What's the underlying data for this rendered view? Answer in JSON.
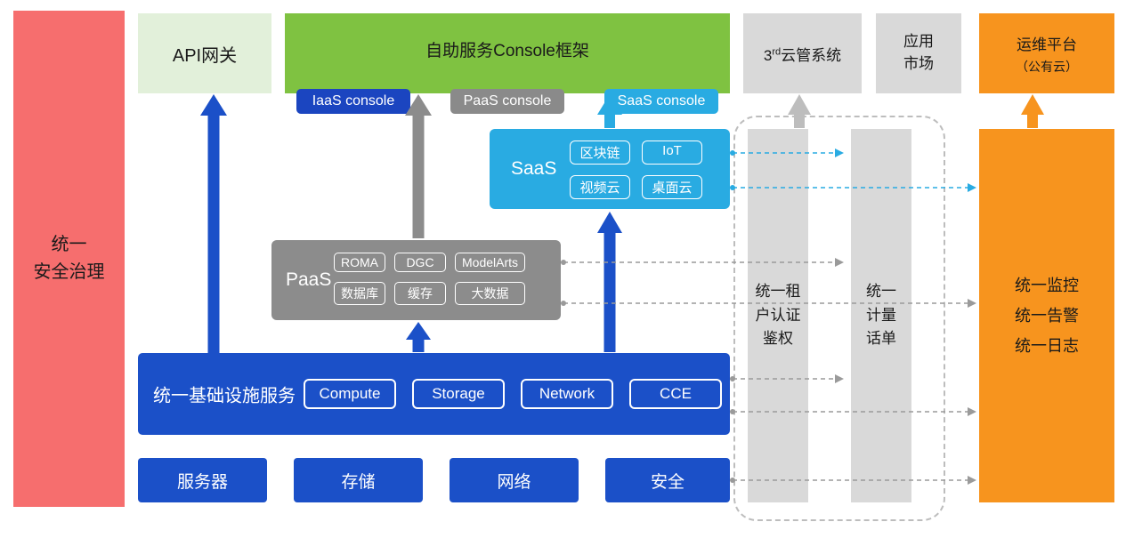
{
  "colors": {
    "security_red": "#F66E6E",
    "api_gateway_green": "#E2F0DA",
    "console_green": "#7FC241",
    "primary_blue": "#1B50C8",
    "iaas_console_blue": "#1B45C0",
    "paas_gray": "#8C8C8C",
    "saas_cyan": "#29ABE2",
    "box_gray": "#D9D9D9",
    "orange": "#F7941E"
  },
  "security_bar": {
    "label": "统一\n安全治理"
  },
  "api_gateway": {
    "label": "API网关"
  },
  "console_frame": {
    "title": "自助服务Console框架",
    "buttons": [
      "IaaS console",
      "PaaS console",
      "SaaS console"
    ]
  },
  "third_party_cms": {
    "prefix": "3",
    "sup": "rd",
    "suffix": "云管系统"
  },
  "app_market": {
    "label": "应用\n市场"
  },
  "om_platform": {
    "line1": "运维平台",
    "line2": "（公有云）"
  },
  "saas": {
    "label": "SaaS",
    "chips": [
      "区块链",
      "IoT",
      "视频云",
      "桌面云"
    ]
  },
  "paas": {
    "label": "PaaS",
    "chips": [
      "ROMA",
      "DGC",
      "ModelArts",
      "数据库",
      "缓存",
      "大数据"
    ]
  },
  "iaas": {
    "label": "统一基础设施服务",
    "chips": [
      "Compute",
      "Storage",
      "Network",
      "CCE"
    ]
  },
  "hardware": {
    "items": [
      "服务器",
      "存储",
      "网络",
      "安全"
    ]
  },
  "auth_bar": {
    "label": "统一租\n户认证\n鉴权"
  },
  "metering_bar": {
    "label": "统一\n计量\n话单"
  },
  "monitor_bar": {
    "label": "统一监控\n统一告警\n统一日志"
  }
}
